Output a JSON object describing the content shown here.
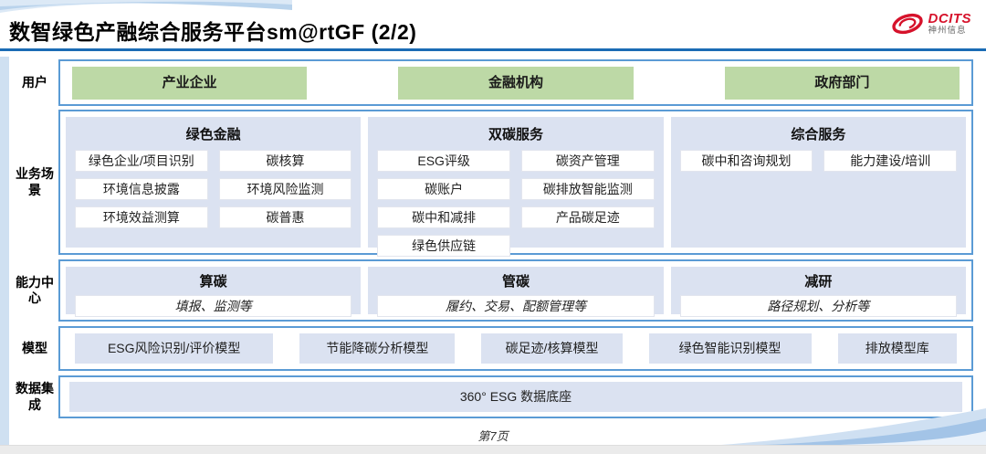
{
  "header": {
    "title": "数智绿色产融综合服务平台sm@rtGF (2/2)",
    "logo": {
      "brand": "DCITS",
      "company": "神州信息"
    }
  },
  "rows": {
    "users": {
      "label": "用户",
      "items": [
        "产业企业",
        "金融机构",
        "政府部门"
      ]
    },
    "scenarios": {
      "label": "业务场景",
      "groups": [
        {
          "title": "绿色金融",
          "items": [
            "绿色企业/项目识别",
            "碳核算",
            "环境信息披露",
            "环境风险监测",
            "环境效益测算",
            "碳普惠"
          ]
        },
        {
          "title": "双碳服务",
          "items": [
            "ESG评级",
            "碳资产管理",
            "碳账户",
            "碳排放智能监测",
            "碳中和减排",
            "产品碳足迹",
            "绿色供应链"
          ]
        },
        {
          "title": "综合服务",
          "items": [
            "碳中和咨询规划",
            "能力建设/培训"
          ]
        }
      ]
    },
    "capabilities": {
      "label": "能力中心",
      "groups": [
        {
          "title": "算碳",
          "desc": "填报、监测等"
        },
        {
          "title": "管碳",
          "desc": "履约、交易、配额管理等"
        },
        {
          "title": "减研",
          "desc": "路径规划、分析等"
        }
      ]
    },
    "models": {
      "label": "模型",
      "items": [
        "ESG风险识别/评价模型",
        "节能降碳分析模型",
        "碳足迹/核算模型",
        "绿色智能识别模型",
        "排放模型库"
      ]
    },
    "data_integration": {
      "label": "数据集成",
      "item": "360° ESG 数据底座"
    }
  },
  "footer": {
    "page": "第7页"
  },
  "colors": {
    "divider_blue": "#1b6cb5",
    "frame_border_blue": "#5b9bd5",
    "user_green": "#bdd9a6",
    "block_periwinkle": "#dbe2f1",
    "logo_red": "#d6122b",
    "leftbar_blue": "#cfe0f1"
  }
}
